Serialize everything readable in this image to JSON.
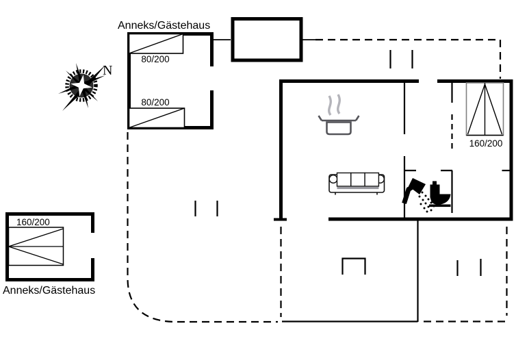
{
  "plan": {
    "type": "floor-plan",
    "colors": {
      "line": "#000000",
      "bed_outline_gray": "#808080",
      "steam_gray": "#b4b4ba",
      "pot_gray": "#55555a",
      "sofa_shade_gray": "#9a9aa0"
    },
    "compass": {
      "north_label": "N"
    },
    "annex_top": {
      "label": "Anneks/Gästehaus",
      "bed1_size": "80/200",
      "bed2_size": "80/200"
    },
    "annex_bottom": {
      "label": "Anneks/Gästehaus",
      "bed_size": "160/200"
    },
    "main_house": {
      "bed_size": "160/200",
      "icons": [
        "cooking-pot",
        "steam",
        "sofa",
        "shower",
        "toilet",
        "double-bed",
        "fireplace"
      ]
    },
    "outbuilding": {},
    "dashed_outline": "roof / terrace overhang"
  }
}
